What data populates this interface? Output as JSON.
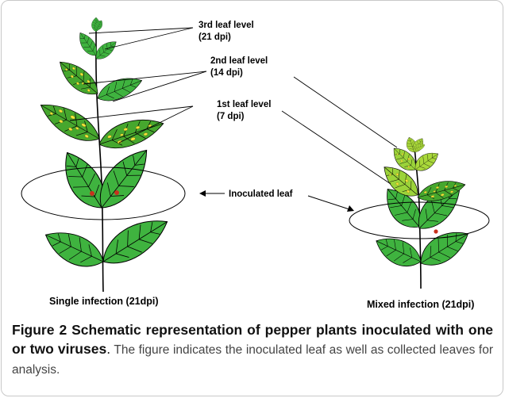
{
  "labels": {
    "leaf3": "3rd leaf level",
    "leaf3_dpi": "(21 dpi)",
    "leaf2": "2nd leaf level",
    "leaf2_dpi": "(14 dpi)",
    "leaf1": "1st leaf level",
    "leaf1_dpi": "(7 dpi)",
    "inoculated": "Inoculated leaf",
    "single": "Single infection (21dpi)",
    "mixed": "Mixed infection (21dpi)"
  },
  "caption": {
    "title": "Figure 2 Schematic representation of pepper plants inoculated with one or two viruses",
    "dot": ".",
    "body": " The figure indicates the inoculated leaf as well as collected leaves for analysis."
  },
  "colors": {
    "healthy_leaf": "#3fb33f",
    "infected_leaf": "#4aa82a",
    "lesion": "#f3e23a",
    "inoculation_spot": "#c8321e",
    "outline": "#000000"
  }
}
